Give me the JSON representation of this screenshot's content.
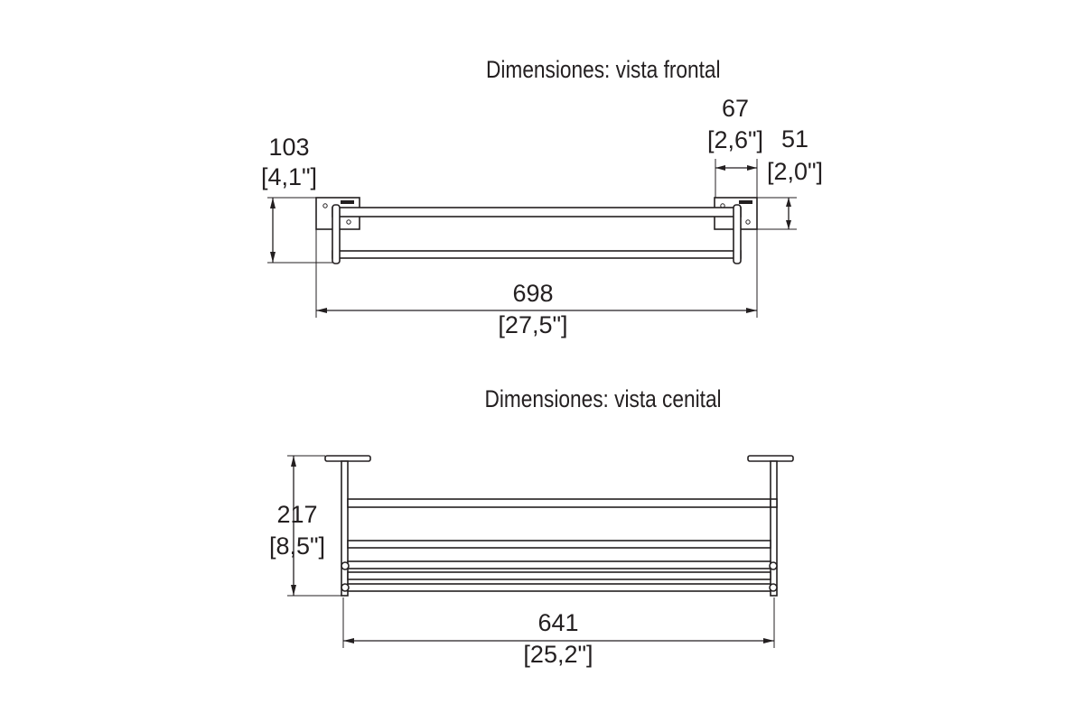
{
  "front_view": {
    "title": "Dimensiones: vista frontal",
    "overall_length": {
      "mm": "698",
      "inch": "[27,5\"]"
    },
    "height": {
      "mm": "103",
      "inch": "[4,1\"]"
    },
    "projection": {
      "mm": "67",
      "inch": "[2,6\"]"
    },
    "flange": {
      "mm": "51",
      "inch": "[2,0\"]"
    }
  },
  "top_view": {
    "title": "Dimensiones: vista cenital",
    "width": {
      "mm": "641",
      "inch": "[25,2\"]"
    },
    "depth": {
      "mm": "217",
      "inch": "[8,5\"]"
    }
  },
  "colors": {
    "ink": "#231f20",
    "background": "#ffffff"
  }
}
